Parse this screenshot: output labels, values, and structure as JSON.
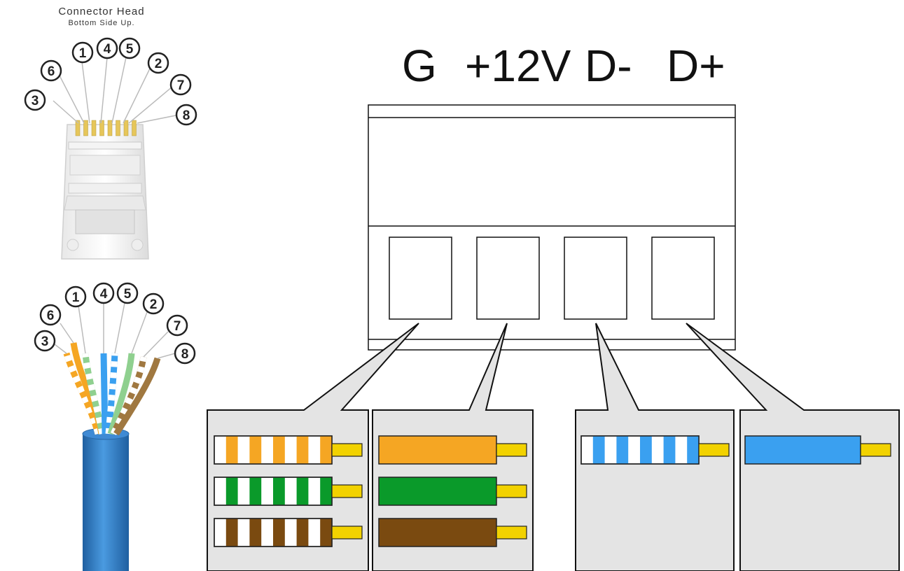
{
  "connector_head": {
    "title": "Connector Head",
    "subtitle": "Bottom Side Up."
  },
  "pin_numbers": [
    "3",
    "6",
    "1",
    "4",
    "5",
    "2",
    "7",
    "8"
  ],
  "terminal_labels": [
    "G",
    "+12V",
    "D-",
    "D+"
  ],
  "colors": {
    "orange": "#f5a623",
    "green": "#0a9a2a",
    "brown": "#7a4a10",
    "blue": "#3aa0f0",
    "gold_tip": "#f2d200",
    "panel_gray": "#e4e4e4",
    "cable_blue": "#2f7fcc"
  },
  "terminal_wires": [
    {
      "terminal": "G",
      "wires": [
        {
          "color": "orange",
          "striped": true
        },
        {
          "color": "green",
          "striped": true
        },
        {
          "color": "brown",
          "striped": true
        }
      ]
    },
    {
      "terminal": "+12V",
      "wires": [
        {
          "color": "orange",
          "striped": false
        },
        {
          "color": "green",
          "striped": false
        },
        {
          "color": "brown",
          "striped": false
        }
      ]
    },
    {
      "terminal": "D-",
      "wires": [
        {
          "color": "blue",
          "striped": true
        }
      ]
    },
    {
      "terminal": "D+",
      "wires": [
        {
          "color": "blue",
          "striped": false
        }
      ]
    }
  ]
}
